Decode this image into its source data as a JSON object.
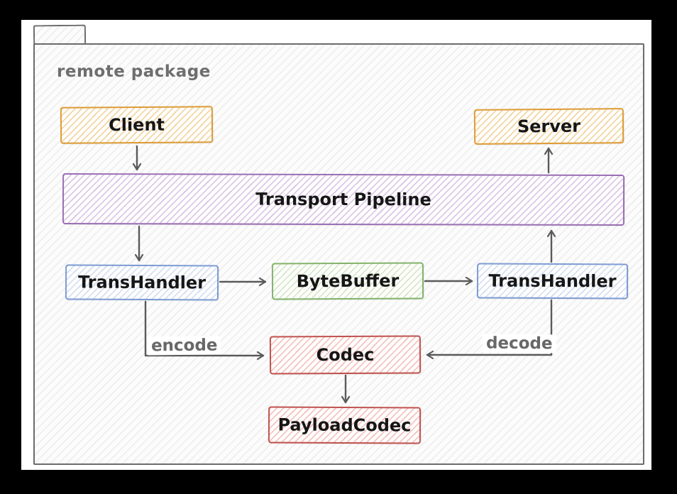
{
  "package": {
    "label": "remote package"
  },
  "nodes": {
    "client": {
      "label": "Client",
      "border": "#dd9b35",
      "hatch": "#f2d7a6"
    },
    "server": {
      "label": "Server",
      "border": "#dd9b35",
      "hatch": "#f2d7a6"
    },
    "pipeline": {
      "label": "Transport Pipeline",
      "border": "#9a6fb4",
      "hatch": "#dcc9ea"
    },
    "transhandler_in": {
      "label": "TransHandler",
      "border": "#7d9bd3",
      "hatch": "#d4e1f4"
    },
    "bytebuffer": {
      "label": "ByteBuffer",
      "border": "#82b36a",
      "hatch": "#d6e9cb"
    },
    "transhandler_out": {
      "label": "TransHandler",
      "border": "#7d9bd3",
      "hatch": "#d4e1f4"
    },
    "codec": {
      "label": "Codec",
      "border": "#c0524e",
      "hatch": "#f3c6c2"
    },
    "payload_codec": {
      "label": "PayloadCodec",
      "border": "#c0524e",
      "hatch": "#f3c6c2"
    }
  },
  "edge_labels": {
    "encode": "encode",
    "decode": "decode"
  },
  "colors": {
    "canvas_background": "#ffffff",
    "outer_background": "#000000",
    "folder_border": "#6b6b6b",
    "package_label_text": "#6e6e6e",
    "arrow": "#5a5a5a",
    "edge_label_text": "#686868",
    "node_text": "#161616"
  }
}
